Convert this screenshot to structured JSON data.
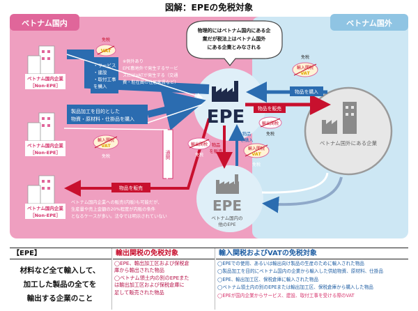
{
  "title": "図解：EPEの免税対象",
  "regions": {
    "domestic": "ベトナム国内",
    "foreign": "ベトナム国外"
  },
  "companies": {
    "domestic_1": [
      "ベトナム国内企業",
      "［Non-EPE］"
    ],
    "domestic_2": [
      "ベトナム国内企業",
      "［Non-EPE］"
    ],
    "domestic_3": [
      "ベトナム国内企業",
      "［Non-EPE］"
    ],
    "epe_main": "EPE",
    "epe_other_label": "EPE",
    "epe_other_caption": [
      "ベトナム国内の",
      "他のEPE"
    ],
    "foreign": "ベトナム国外にある企業"
  },
  "bubble": [
    "物理的にはベトナム国内にある企",
    "業だが税法上はベトナム国外",
    "にある企業とみなされる"
  ],
  "arrows": {
    "services": [
      "・サービス",
      "・建設",
      "・取付工事",
      "  を購入"
    ],
    "exception": [
      "※例外あり",
      "EPE敷地外で発生するサービ",
      "スにはVATが発生する（交通",
      "費・駐在員の住居家賃など）"
    ],
    "materials": [
      "製品加工を目的とした",
      "物資・原材料・仕掛品を購入"
    ],
    "tsuukan": "通関",
    "sell_domestic": "物品を販売",
    "sell_foreign": "物品を販売",
    "buy_foreign": "物品を購入",
    "sell_vertical": [
      "物品",
      "を販売"
    ],
    "buy_vertical": [
      "物品",
      "を購入"
    ],
    "domestic_note": [
      "ベトナム国内企業への販売(内販)も可能だが、",
      "生産量や売上金額の20%程度が内販の条件",
      "となるケースが多い。法令では明示されていない"
    ]
  },
  "badges": {
    "vat_badge": "VAT",
    "exempt": "免税",
    "import_tax": "輸入関税",
    "export_tax": "輸出関税"
  },
  "table": {
    "col1_header": "【EPE】",
    "col1_body": [
      "材料など全て輸入して、",
      "加工した製品の全てを",
      "輸出する企業のこと"
    ],
    "col2_header": "輸出関税の免税対象",
    "col2_items": [
      "◯EPE、輸出加工区および保税倉",
      "  庫から輸出された物品",
      "◯ベトナム領土内の別のEPEまた",
      "  は輸出加工区および保税倉庫に",
      "  足して販売された物品"
    ],
    "col3_header": "輸入関税およびVATの免税対象",
    "col3_items": [
      "◯EPEでの使用、あるいは輸出向け製品の生産のために輸入された物品",
      "◯製品加工を目的にベトナム国内の企業から輸入した供給物資、原材料、仕掛品",
      "◯EPE、輸出加工区、保税倉庫に輸入された物品",
      "◯ベトナム領土内の別のEPEまたは輸出加工区、保税倉庫から購入した物品",
      "◯EPEが国内企業からサービス、建設、取付工事を受ける際のVAT"
    ]
  },
  "colors": {
    "pink": "#f2a7c6",
    "pink_dark": "#d6336c",
    "red": "#c8102e",
    "blue_light": "#cfe8f5",
    "blue": "#2b6cb0",
    "navy": "#1f3d6e",
    "gray": "#8a8a8a"
  }
}
